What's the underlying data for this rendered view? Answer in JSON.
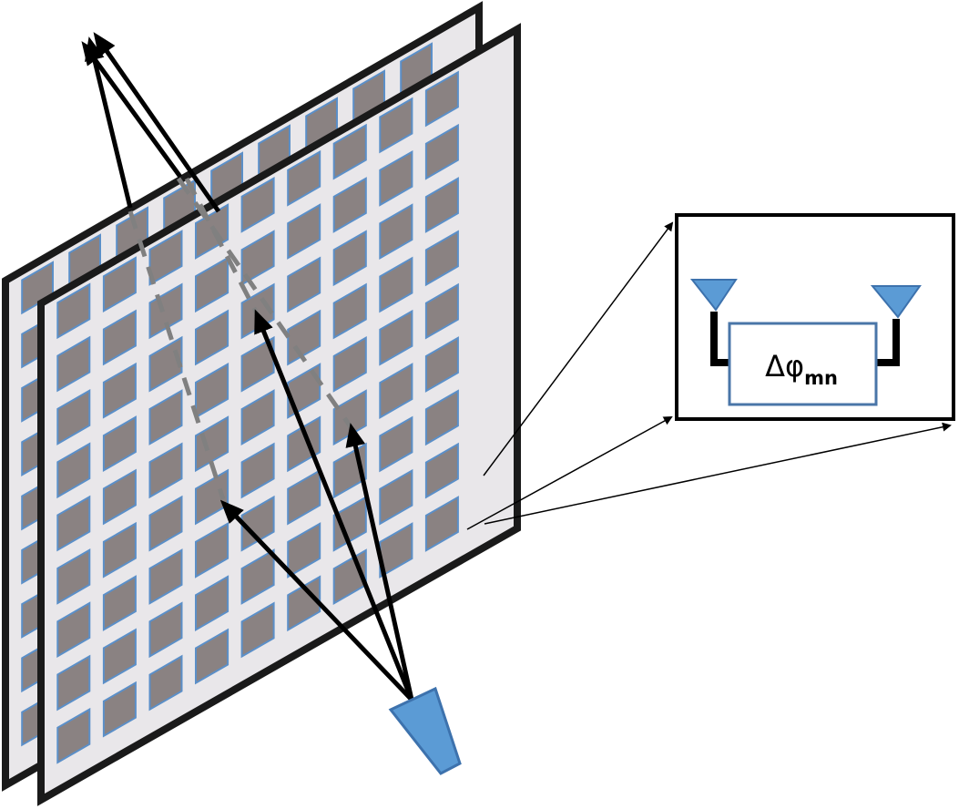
{
  "diagram": {
    "phase_label": {
      "symbol": "Δφ",
      "subscript": "mn"
    },
    "grid": {
      "rows": 9,
      "cols": 9
    },
    "colors": {
      "panel_fill": "#e9e7ea",
      "panel_stroke": "#1a1a1a",
      "cell_fill": "#8a8282",
      "cell_stroke": "#5b8fc8",
      "antenna_fill": "#5b9bd5",
      "antenna_stroke": "#3d72ad",
      "box_stroke": "#4a76a8",
      "dashed_stroke": "#808080",
      "arrow_stroke": "#000000"
    }
  }
}
